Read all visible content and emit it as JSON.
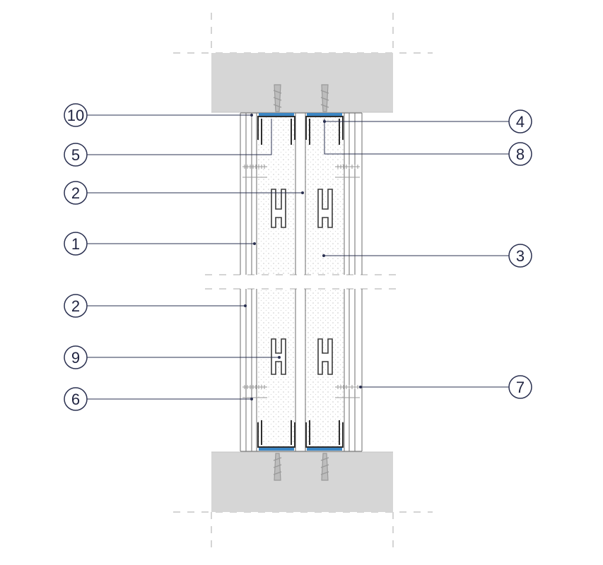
{
  "colors": {
    "slab": "#d6d6d6",
    "slab_edge": "#c4c4c4",
    "board_line": "#6b6b6b",
    "insulation": "#f1f1f1",
    "stud": "#2e2e2e",
    "seal": "#3b86c4",
    "leader": "#2a3050",
    "callout_ring": "#2a3050",
    "callout_text": "#1f2340",
    "dashed": "#a8a8a8"
  },
  "callouts_left": [
    "10",
    "5",
    "2",
    "1",
    "2",
    "9",
    "6"
  ],
  "callouts_right": [
    "4",
    "8",
    "3",
    "7"
  ]
}
